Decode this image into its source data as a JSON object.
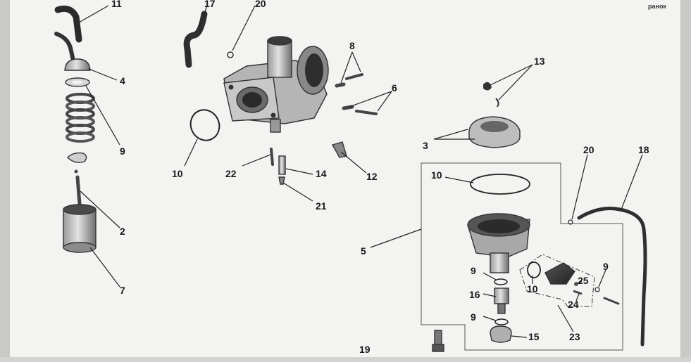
{
  "logo_text": "ранок",
  "page_number": "19",
  "callouts": {
    "c11": "11",
    "c17": "17",
    "c20a": "20",
    "c4": "4",
    "c9a": "9",
    "c8": "8",
    "c6": "6",
    "c13": "13",
    "c3": "3",
    "c10a": "10",
    "c22": "22",
    "c14": "14",
    "c21": "21",
    "c12": "12",
    "c2": "2",
    "c7": "7",
    "c20b": "20",
    "c18": "18",
    "c10b": "10",
    "c5": "5",
    "c9b": "9",
    "c10c": "10",
    "c25": "25",
    "c9c": "9",
    "c16": "16",
    "c24": "24",
    "c9d": "9",
    "c15": "15",
    "c23": "23"
  }
}
